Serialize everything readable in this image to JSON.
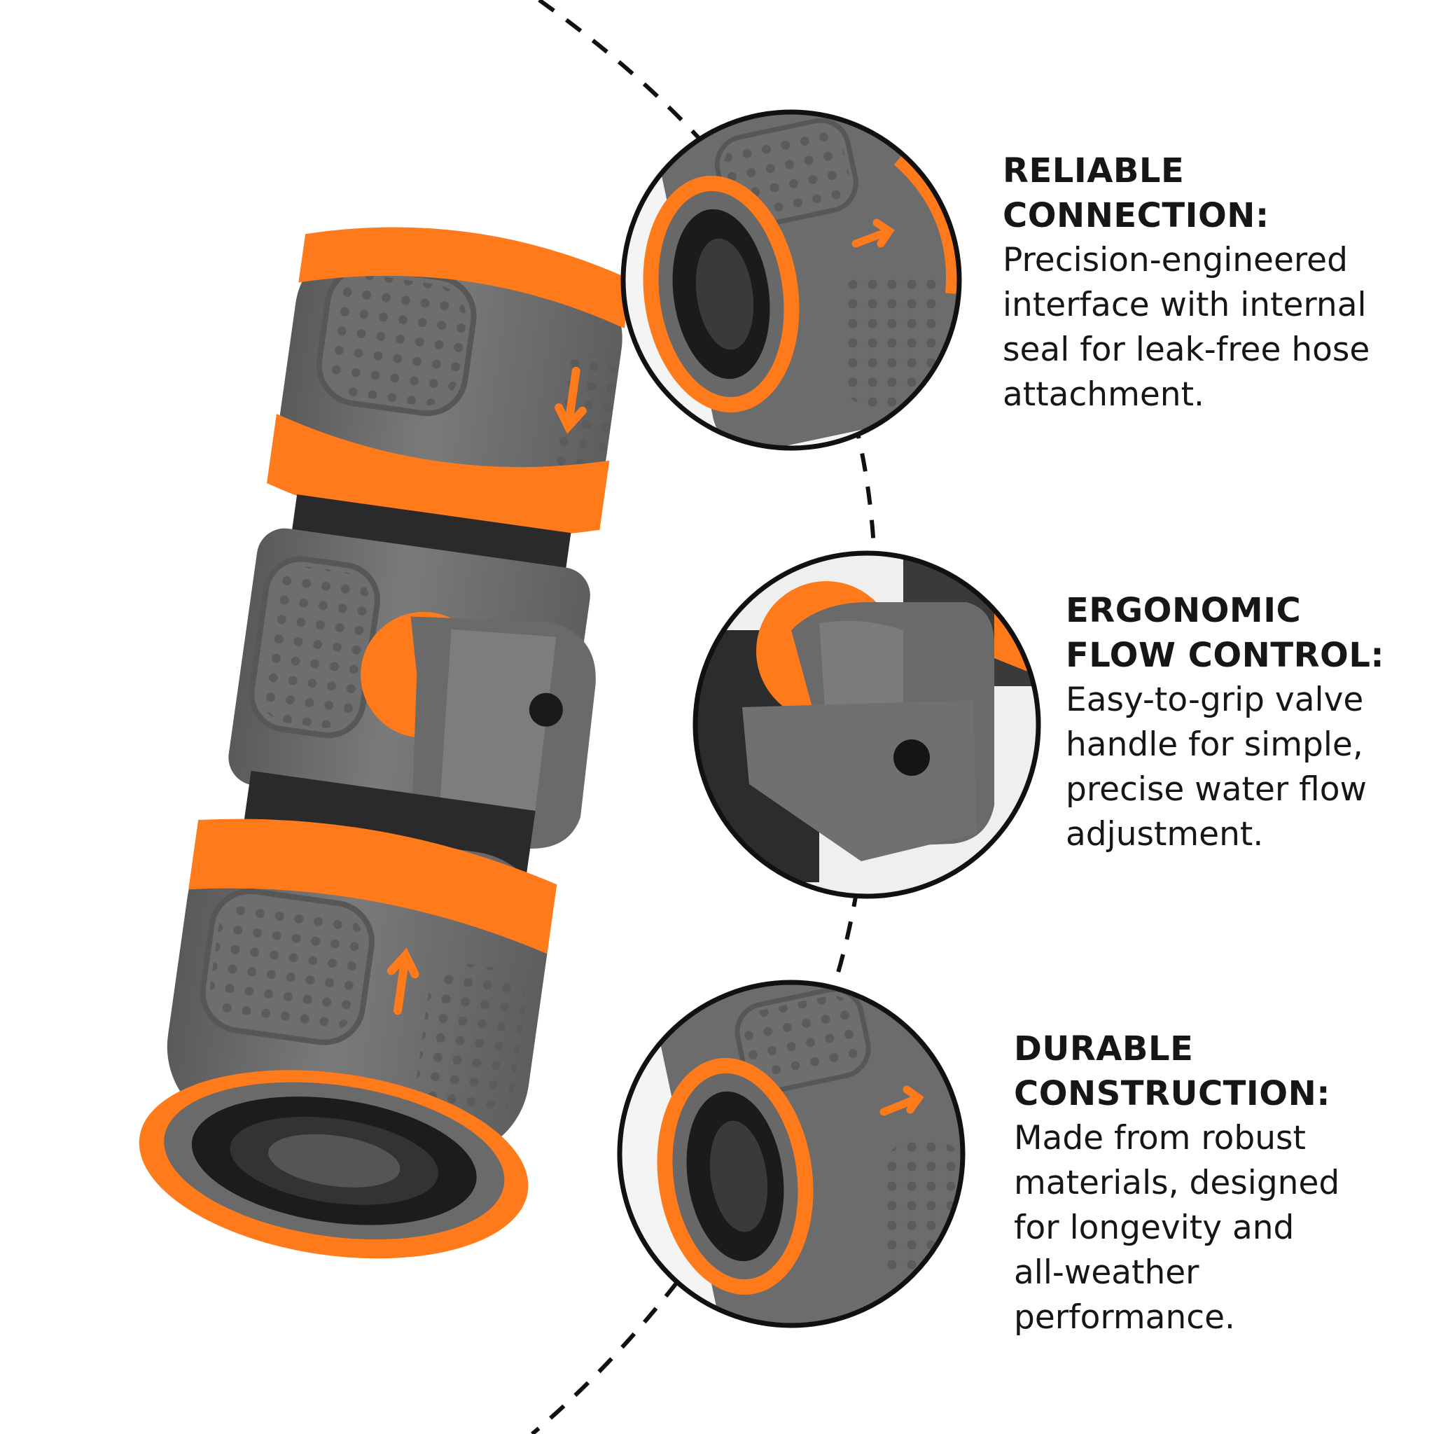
{
  "colors": {
    "orange": "#FF7A1A",
    "gray": "#6E6E6E",
    "dark": "#2A2A2A",
    "text": "#161616",
    "line": "#111111"
  },
  "features": [
    {
      "title": "RELIABLE\nCONNECTION:",
      "body": "Precision-engineered\ninterface with internal\nseal for leak-free hose\nattachment."
    },
    {
      "title": "ERGONOMIC\nFLOW CONTROL:",
      "body": "Easy-to-grip valve\nhandle for simple,\nprecise water flow\nadjustment."
    },
    {
      "title": "DURABLE\nCONSTRUCTION:",
      "body": "Made from robust\nmaterials, designed\nfor longevity and\nall-weather\nperformance."
    }
  ]
}
